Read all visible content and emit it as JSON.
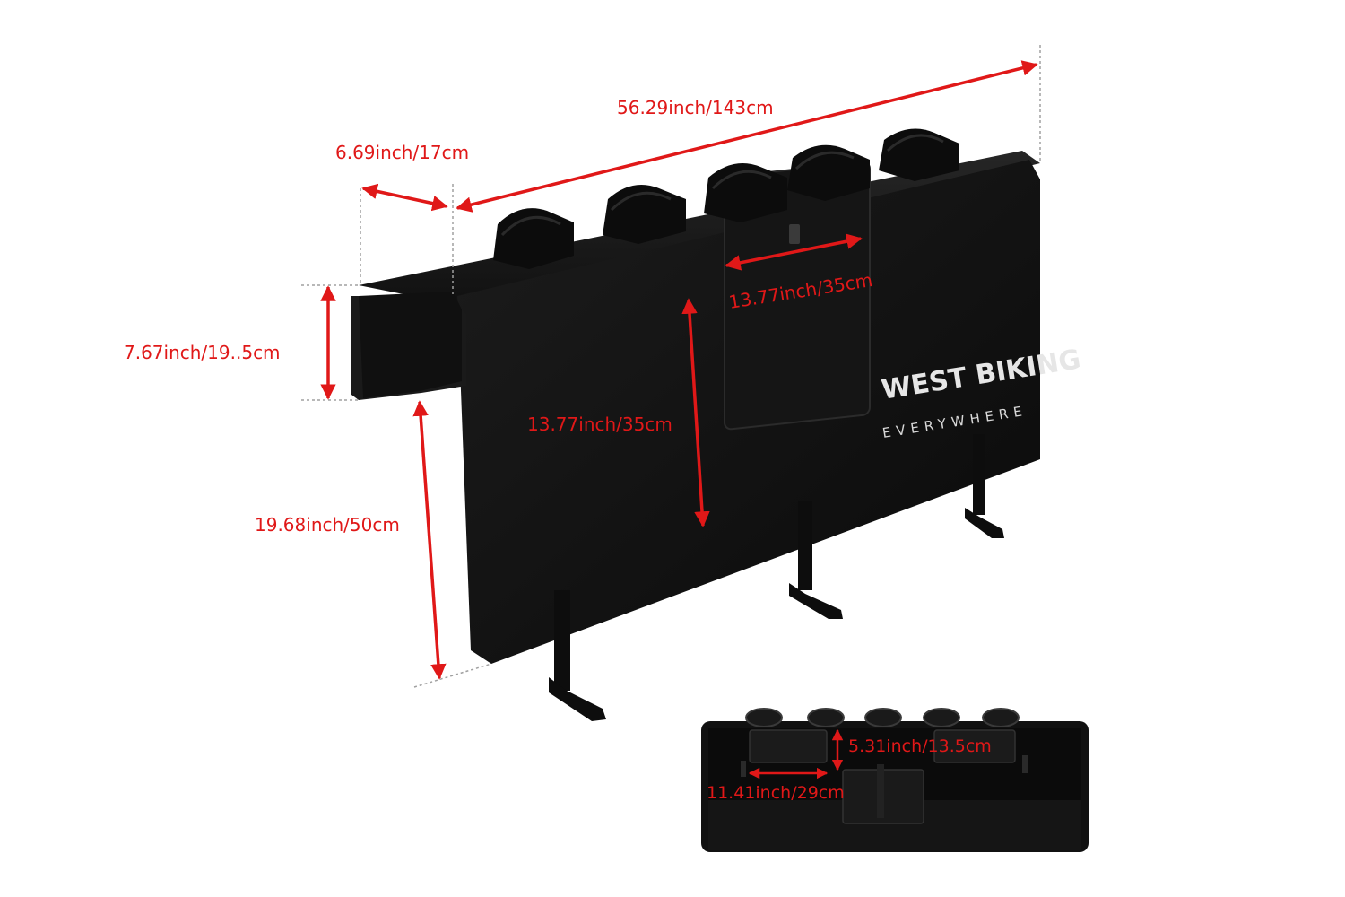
{
  "brand": {
    "name": "WEST BIKING",
    "tagline": "EVERYWHERE"
  },
  "dimensions": {
    "total_width": "56.29inch/143cm",
    "edge_width": "6.69inch/17cm",
    "pocket_width": "13.77inch/35cm",
    "pocket_height": "13.77inch/35cm",
    "flap_height": "7.67inch/19..5cm",
    "pad_height": "19.68inch/50cm",
    "back_pocket_height": "5.31inch/13.5cm",
    "back_pocket_width": "11.41inch/29cm"
  },
  "colors": {
    "dimension": "#e01818",
    "pad": "#121212"
  },
  "bike_block_count": 5
}
